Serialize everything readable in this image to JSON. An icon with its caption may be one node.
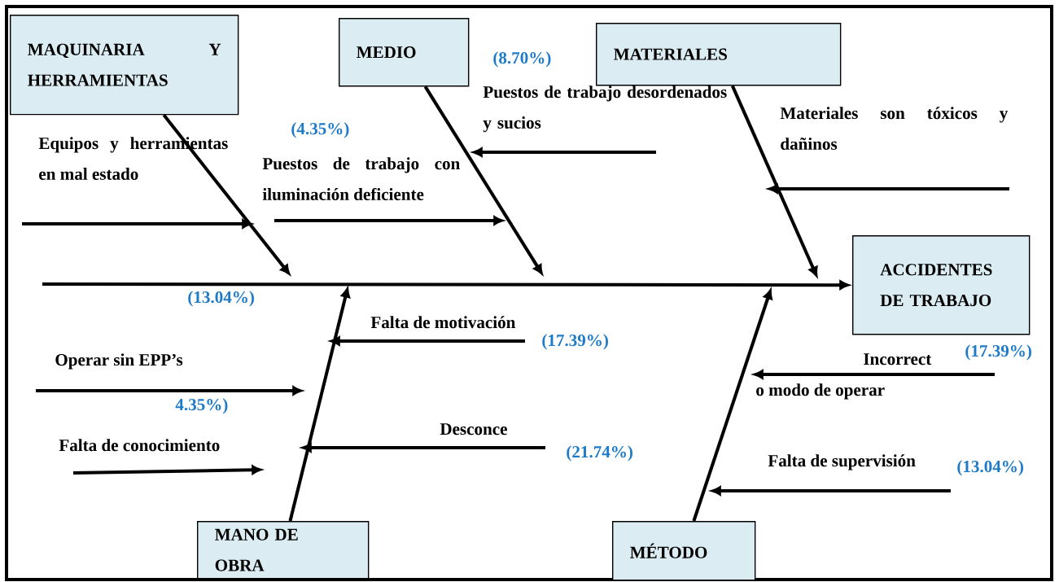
{
  "diagram": {
    "nodes": [
      {
        "text": [
          "MAQUINARIA Y HERRAMIENTAS"
        ]
      },
      {
        "text": [
          "MEDIO"
        ]
      },
      {
        "text": [
          "MATERIALES"
        ]
      },
      {
        "text": [
          "ACCIDENTES DE TRABAJO"
        ]
      },
      {
        "text": [
          "MANO DE OBRA"
        ]
      },
      {
        "text": [
          "MÉTODO"
        ]
      }
    ],
    "edges": [
      {
        "from": null,
        "to": 3,
        "arrow": "to"
      },
      {
        "from": 0,
        "to": null,
        "arrow": "to"
      },
      {
        "from": 1,
        "to": null,
        "arrow": "to"
      },
      {
        "from": 2,
        "to": null,
        "arrow": "to"
      },
      {
        "from": 4,
        "to": null,
        "arrow": "to"
      },
      {
        "from": 5,
        "to": null,
        "arrow": "to"
      }
    ],
    "labels": [
      "(8.70%)",
      "Puestos de trabajo desordenados y sucios",
      "Materiales son tóxicos y dañinos",
      "(4.35%)",
      "Equipos y herramientas en mal estado",
      "Puestos de trabajo con iluminación deficiente",
      "(13.04%)",
      "Falta de motivación",
      "(17.39%)",
      "(17.39%)",
      "Incorrect",
      "Operar sin EPP’s",
      "o modo de operar",
      "4.35%)",
      "Desconce",
      "Falta de conocimiento",
      "(21.74%)",
      "Falta de supervisión",
      "(13.04%)"
    ]
  }
}
